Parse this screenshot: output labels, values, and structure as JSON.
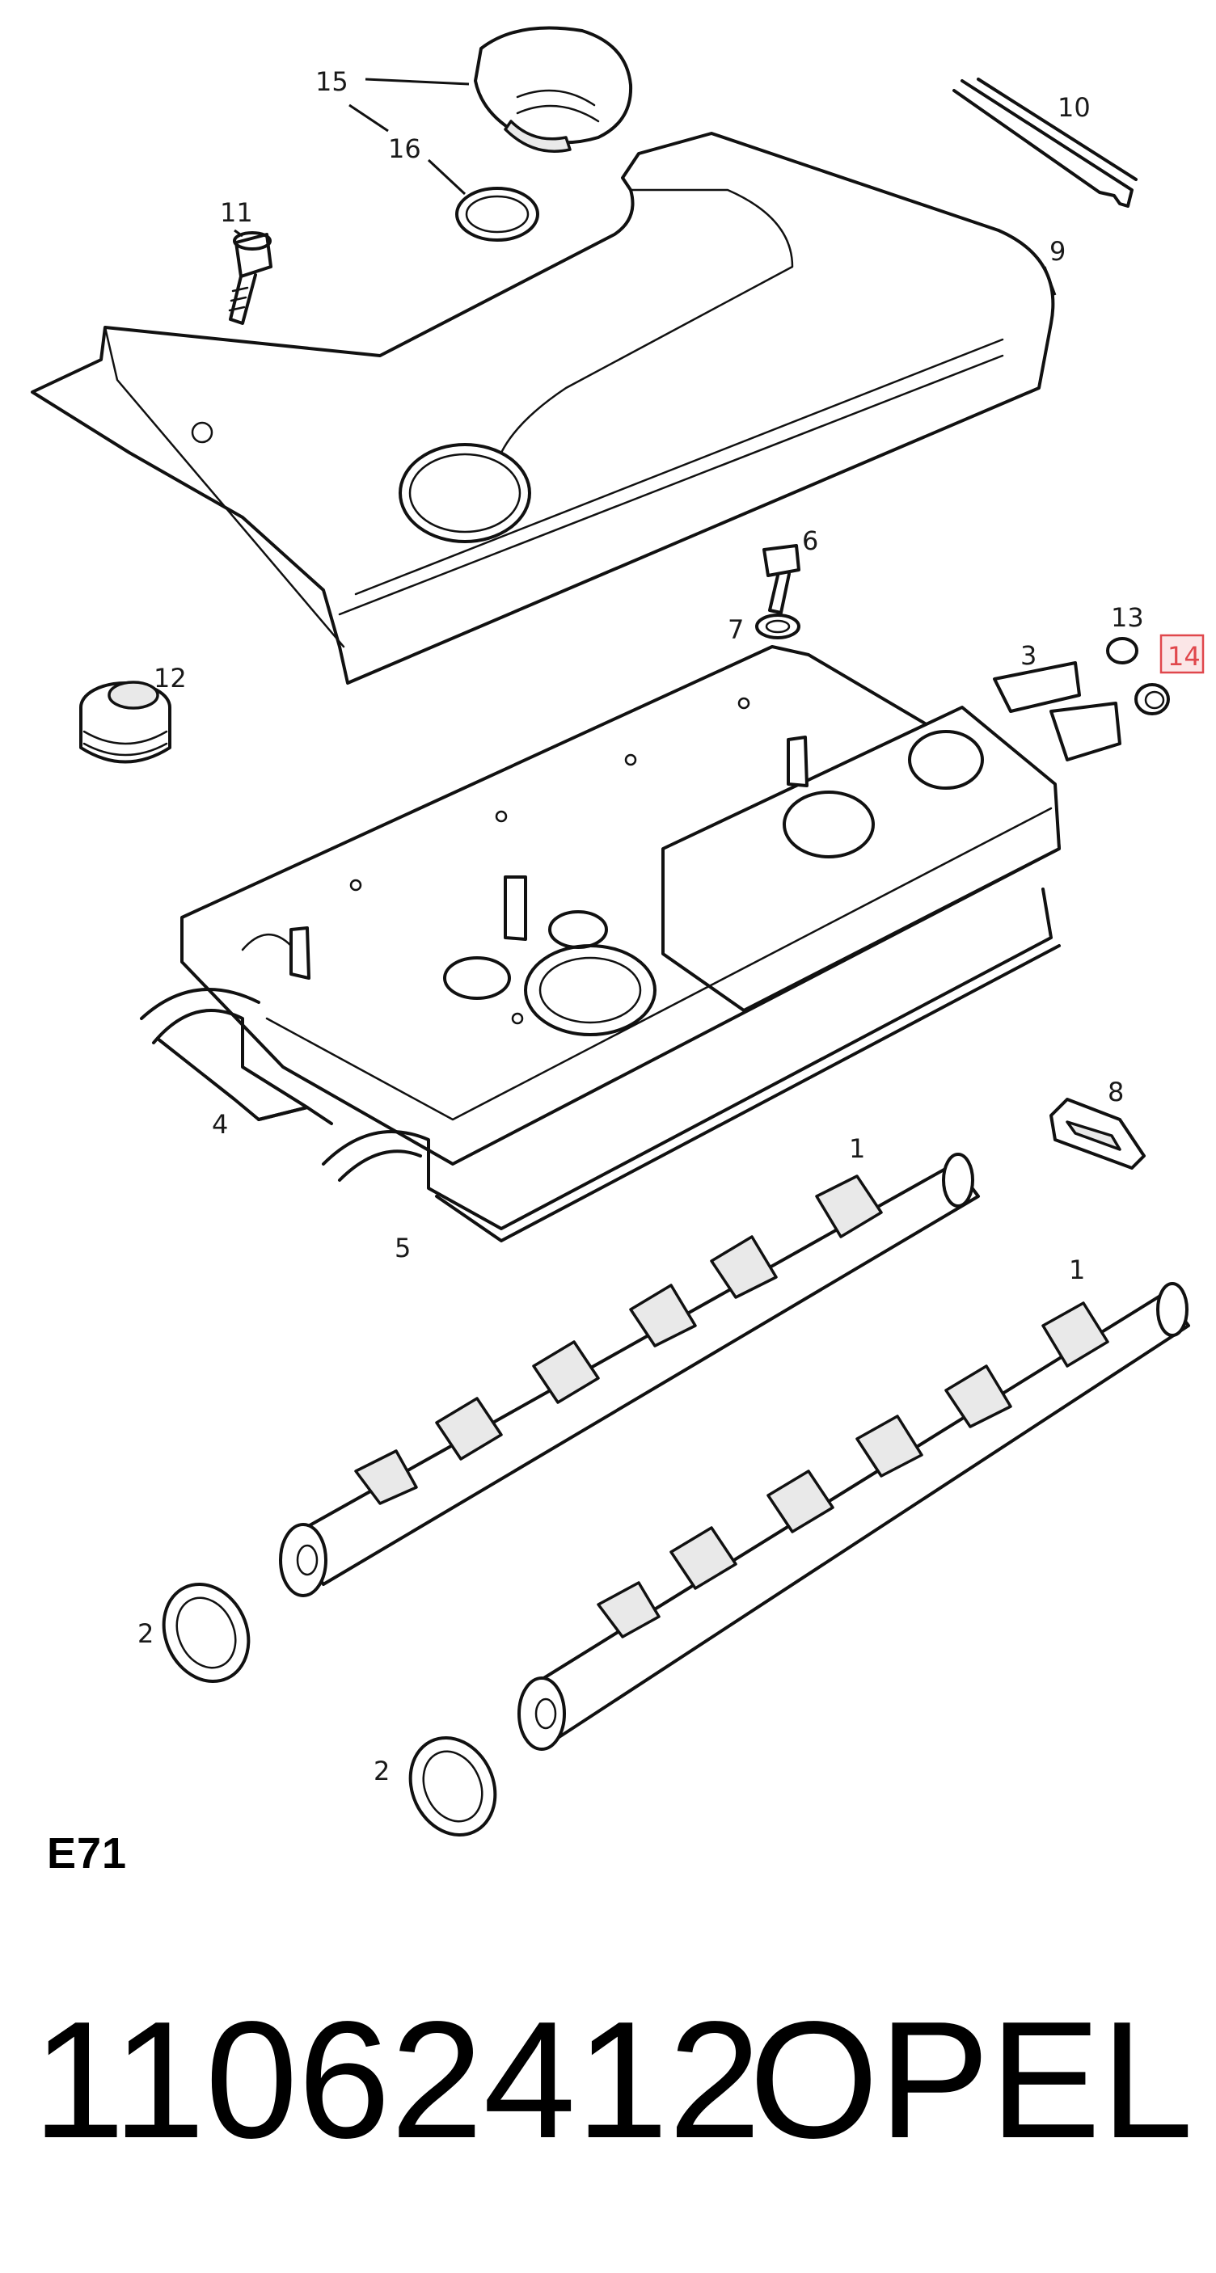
{
  "diagram": {
    "section_code": "E71",
    "part_number": "11062412",
    "brand": "OPEL",
    "highlighted_callout": "14",
    "highlight_color": "#e0474c",
    "callouts": {
      "c15": "15",
      "c16": "16",
      "c10": "10",
      "c11": "11",
      "c9": "9",
      "c6": "6",
      "c7": "7",
      "c13": "13",
      "c14": "14",
      "c3": "3",
      "c12": "12",
      "c8": "8",
      "c4": "4",
      "c5": "5",
      "c1a": "1",
      "c1b": "1",
      "c2a": "2",
      "c2b": "2"
    }
  }
}
